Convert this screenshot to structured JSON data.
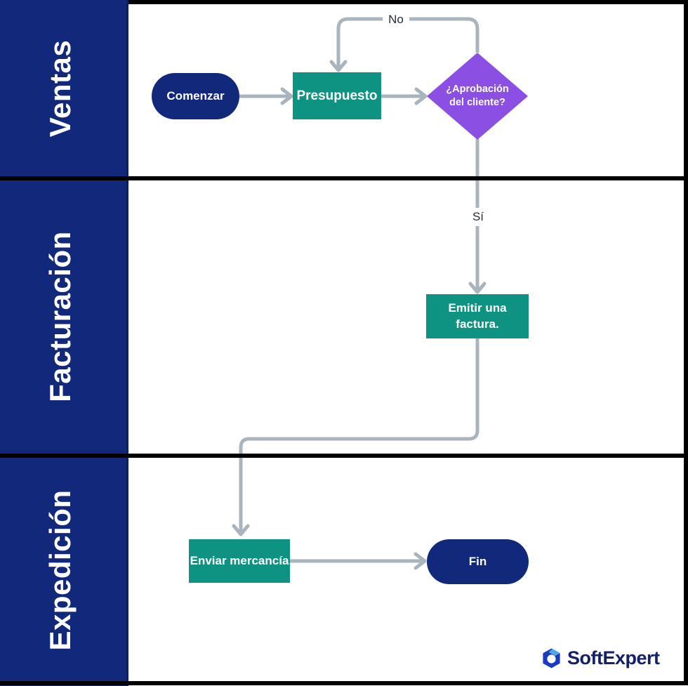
{
  "diagram": {
    "type": "swimlane-flowchart",
    "lanes": [
      {
        "label": "Ventas"
      },
      {
        "label": "Facturación"
      },
      {
        "label": "Expedición"
      }
    ],
    "nodes": {
      "start": {
        "shape": "terminator",
        "label": "Comenzar",
        "color": "#12297B",
        "lane": "Ventas"
      },
      "presupuesto": {
        "shape": "process",
        "label": "Presupuesto",
        "color": "#0E9383",
        "lane": "Ventas"
      },
      "decision": {
        "shape": "decision",
        "label_lines": [
          "¿Aprobación",
          "del cliente?"
        ],
        "color": "#8B4FE3",
        "lane": "Ventas"
      },
      "emitir": {
        "shape": "process",
        "label_lines": [
          "Emitir una",
          "factura."
        ],
        "color": "#0E9383",
        "lane": "Facturación"
      },
      "enviar": {
        "shape": "process",
        "label": "Enviar mercancía",
        "color": "#0E9383",
        "lane": "Expedición"
      },
      "fin": {
        "shape": "terminator",
        "label": "Fin",
        "color": "#12297B",
        "lane": "Expedición"
      }
    },
    "edge_labels": {
      "no": "No",
      "si": "Sí"
    },
    "edges": [
      "Comenzar → Presupuesto",
      "Presupuesto → ¿Aprobación del cliente?",
      "¿Aprobación del cliente? (No) → Presupuesto",
      "¿Aprobación del cliente? (Sí) → Emitir una factura.",
      "Emitir una factura. → Enviar mercancía",
      "Enviar mercancía → Fin"
    ],
    "colors": {
      "lane_header": "#12297B",
      "terminator": "#12297B",
      "process_teal": "#0E9383",
      "decision_purple": "#8B4FE3",
      "connector_gray": "#A9B4BD",
      "frame_black": "#000000",
      "background": "#FFFFFF"
    }
  },
  "logo": {
    "text": "SoftExpert",
    "icon_blue": "#1A3BBE",
    "icon_light_blue": "#4FAAE4",
    "text_color": "#13216B"
  }
}
